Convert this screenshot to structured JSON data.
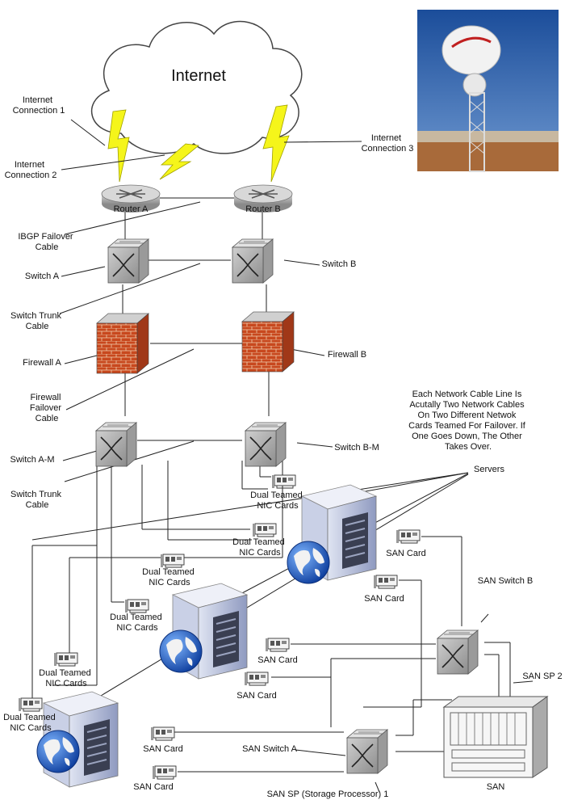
{
  "cloud": {
    "title": "Internet"
  },
  "connections": {
    "c1": [
      "Internet",
      "Connection 1"
    ],
    "c2": [
      "Internet",
      "Connection 2"
    ],
    "c3": [
      "Internet",
      "Connection 3"
    ]
  },
  "routers": {
    "a": "Router A",
    "b": "Router B"
  },
  "labels": {
    "ibgp": [
      "IBGP Failover",
      "Cable"
    ],
    "switch_a": "Switch A",
    "switch_b": "Switch B",
    "switch_trunk_1": [
      "Switch Trunk",
      "Cable"
    ],
    "firewall_a": "Firewall A",
    "firewall_b": "Firewall B",
    "firewall_failover": [
      "Firewall",
      "Failover",
      "Cable"
    ],
    "switch_am": "Switch A-M",
    "switch_bm": "Switch B-M",
    "switch_trunk_2": [
      "Switch Trunk",
      "Cable"
    ],
    "note": [
      "Each Network Cable Line Is",
      "Acutally Two Network Cables",
      "On Two Different Netwok",
      "Cards Teamed For Failover. If",
      "One Goes Down, The Other",
      "Takes Over."
    ],
    "servers": "Servers",
    "nic": [
      "Dual Teamed",
      "NIC Cards"
    ],
    "san_card": "SAN Card",
    "san_switch_a": "SAN Switch A",
    "san_switch_b": "SAN Switch B",
    "san_sp1": "SAN SP (Storage Processor) 1",
    "san_sp2": "SAN SP 2",
    "san": "SAN"
  },
  "colors": {
    "lightning": "#f5f51a",
    "firewall_brick": "#c8481e",
    "server_body": "#b9c2dd",
    "globe": "#1e5fc8",
    "sky": "#2a5fae"
  }
}
